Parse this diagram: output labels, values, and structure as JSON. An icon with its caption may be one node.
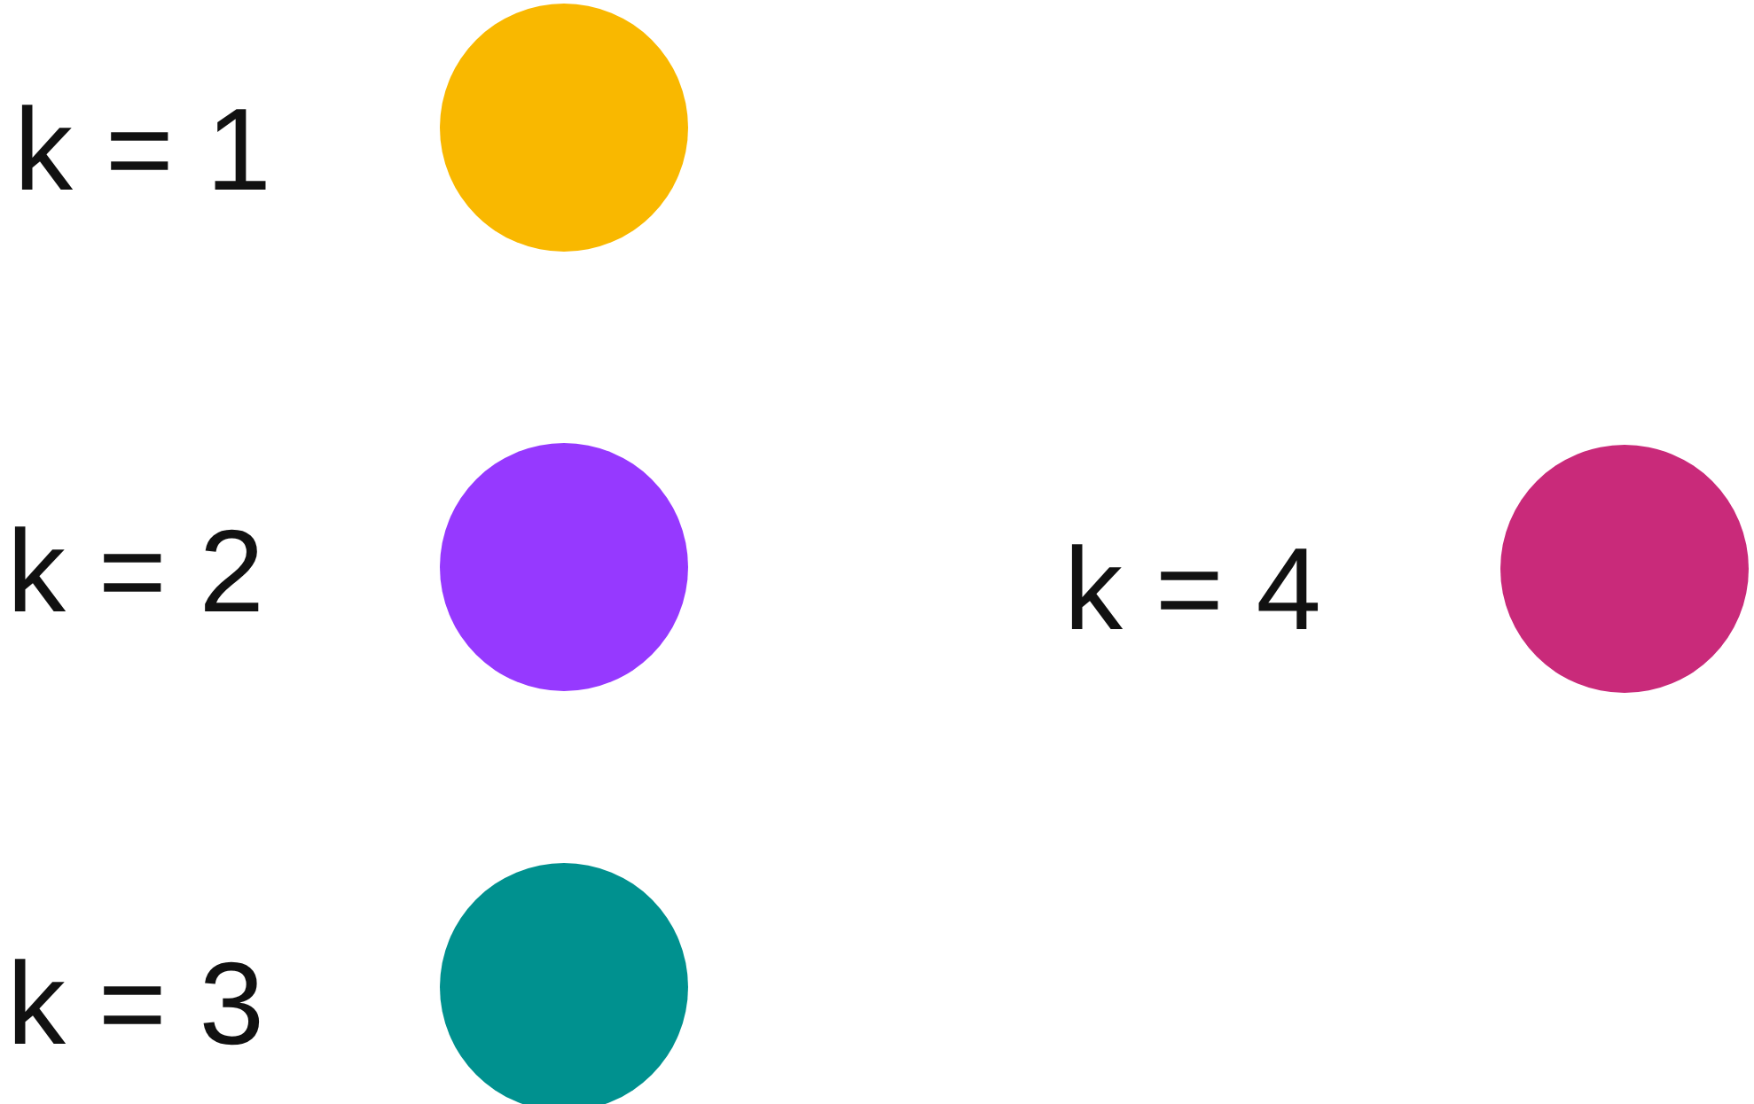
{
  "diagram": {
    "legend": [
      {
        "text": "k = 1",
        "color": "#f9b800"
      },
      {
        "text": "k = 2",
        "color": "#9639ff"
      },
      {
        "text": "k = 3",
        "color": "#00918f"
      },
      {
        "text": "k = 4",
        "color": "#c92a7a"
      }
    ]
  }
}
